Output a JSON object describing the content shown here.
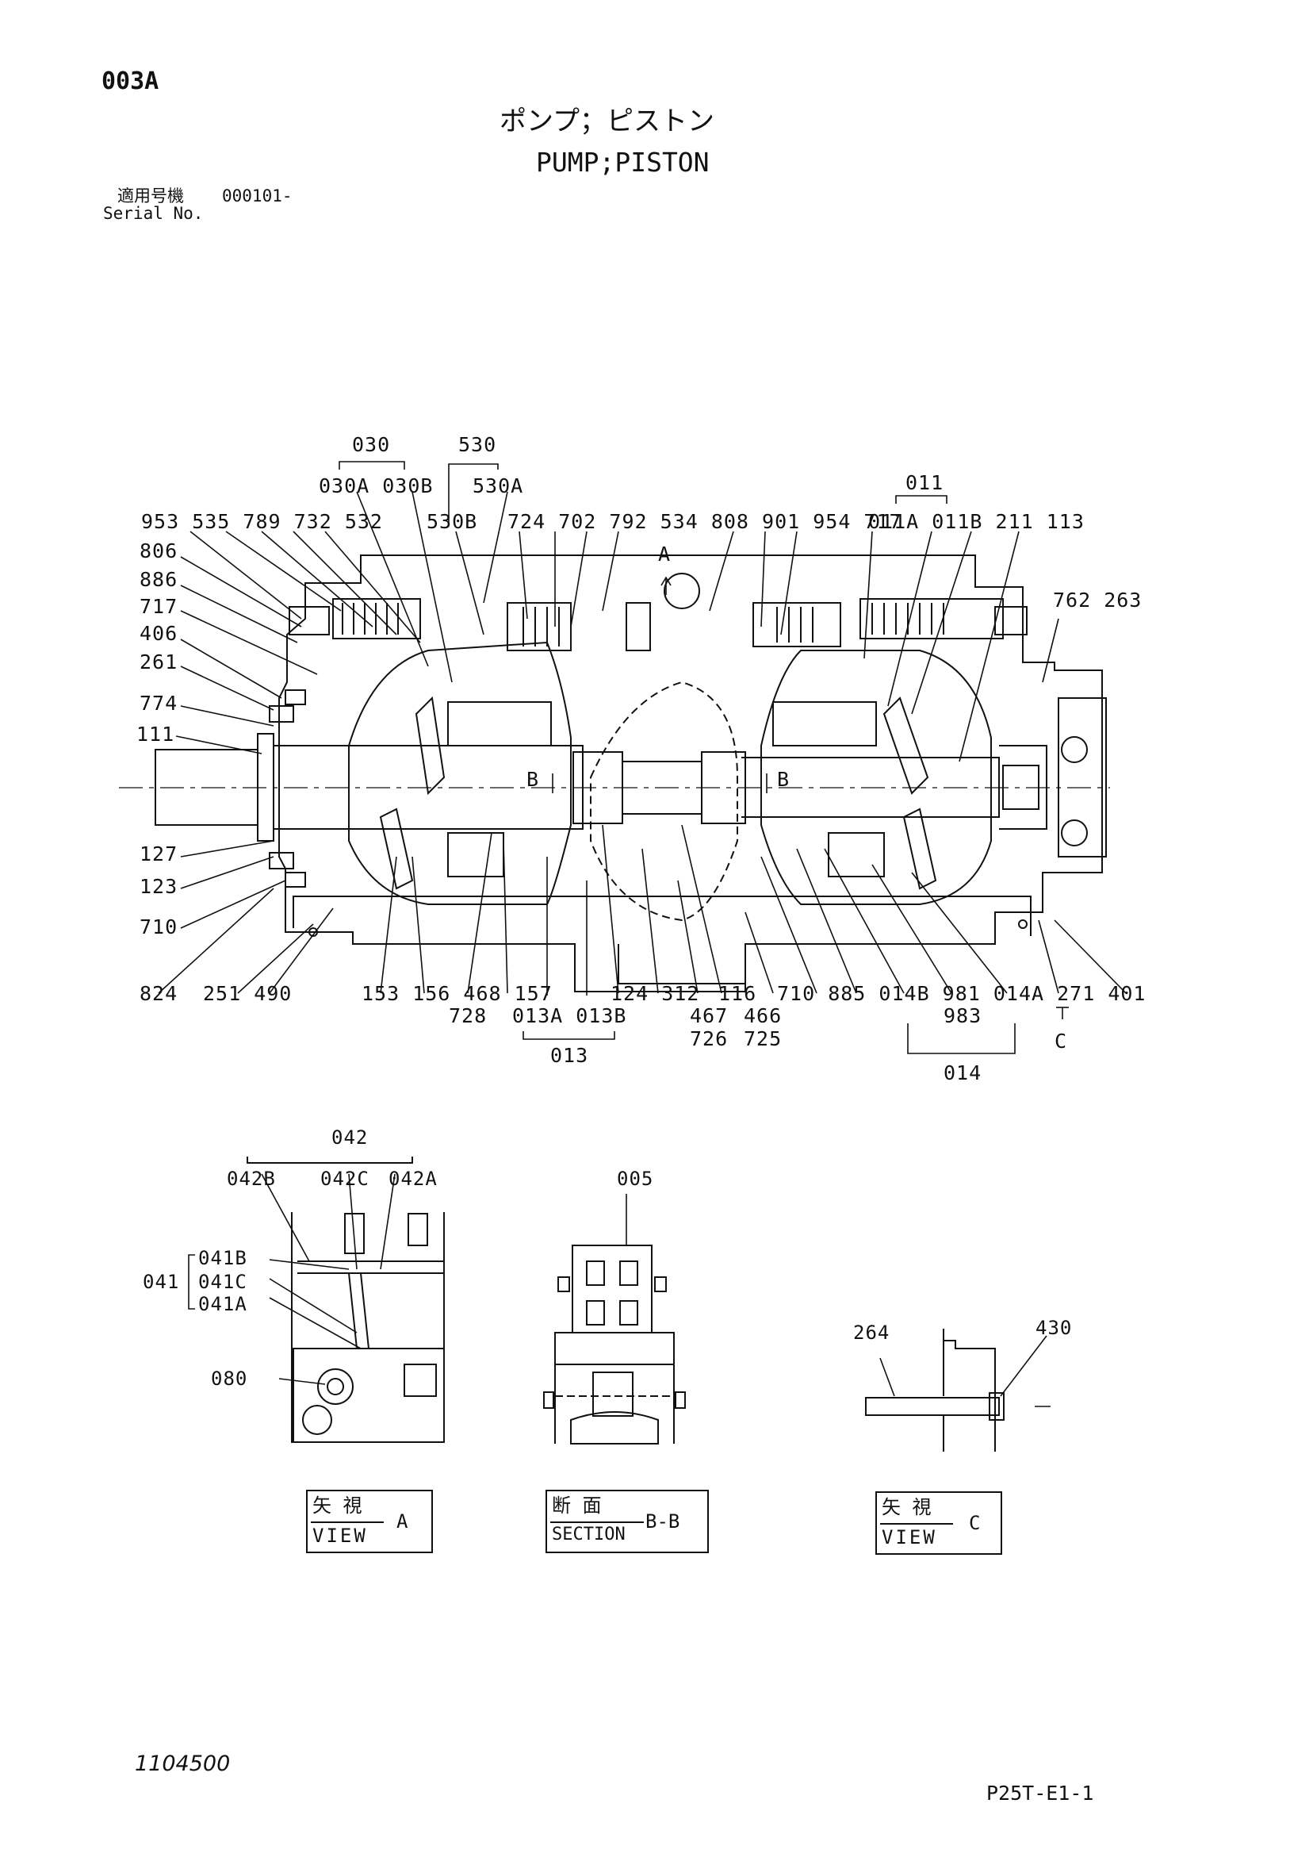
{
  "page": {
    "code": "003A",
    "title_jp": "ポンプ；ピストン",
    "title_en": "PUMP;PISTON",
    "serial_label_jp": "適用号機",
    "serial_value": "000101-",
    "serial_label_en": "Serial No.",
    "drawing_number": "1104500",
    "footer_code": "P25T-E1-1"
  },
  "callouts": {
    "top_groups": [
      "030",
      "530",
      "011"
    ],
    "top_row1": [
      "030A 030B",
      "530A"
    ],
    "top_row2": [
      "953 535 789 732 532",
      "530B",
      "724 702 792 534 808 901 954 717",
      "011A 011B 211 113"
    ],
    "left_column": [
      "806",
      "886",
      "717",
      "406",
      "261",
      "774",
      "111",
      "127",
      "123",
      "710"
    ],
    "right_top": [
      "762 263"
    ],
    "bottom_row": [
      "824",
      "251 490",
      "153 156 468 157",
      "124 312",
      "116",
      "710 885 014B 981 014A 271 401"
    ],
    "bottom_sub": [
      "728",
      "013A 013B",
      "467",
      "466",
      "983"
    ],
    "bottom_sub2": [
      "726",
      "725"
    ],
    "bottom_groups": [
      "013",
      "014"
    ],
    "section_marks": [
      "A",
      "B",
      "B",
      "C"
    ]
  },
  "views": {
    "view_a": {
      "group": "042",
      "parts": [
        "042B",
        "042C",
        "042A"
      ],
      "left_group": "041",
      "left_parts": [
        "041B",
        "041C",
        "041A"
      ],
      "other": "080",
      "label_jp": "矢 視",
      "label_en": "VIEW",
      "letter": "A"
    },
    "section_bb": {
      "part": "005",
      "label_jp": "断 面",
      "label_en": "SECTION",
      "letter": "B-B"
    },
    "view_c": {
      "parts": [
        "264",
        "430"
      ],
      "label_jp": "矢 視",
      "label_en": "VIEW",
      "letter": "C"
    }
  }
}
